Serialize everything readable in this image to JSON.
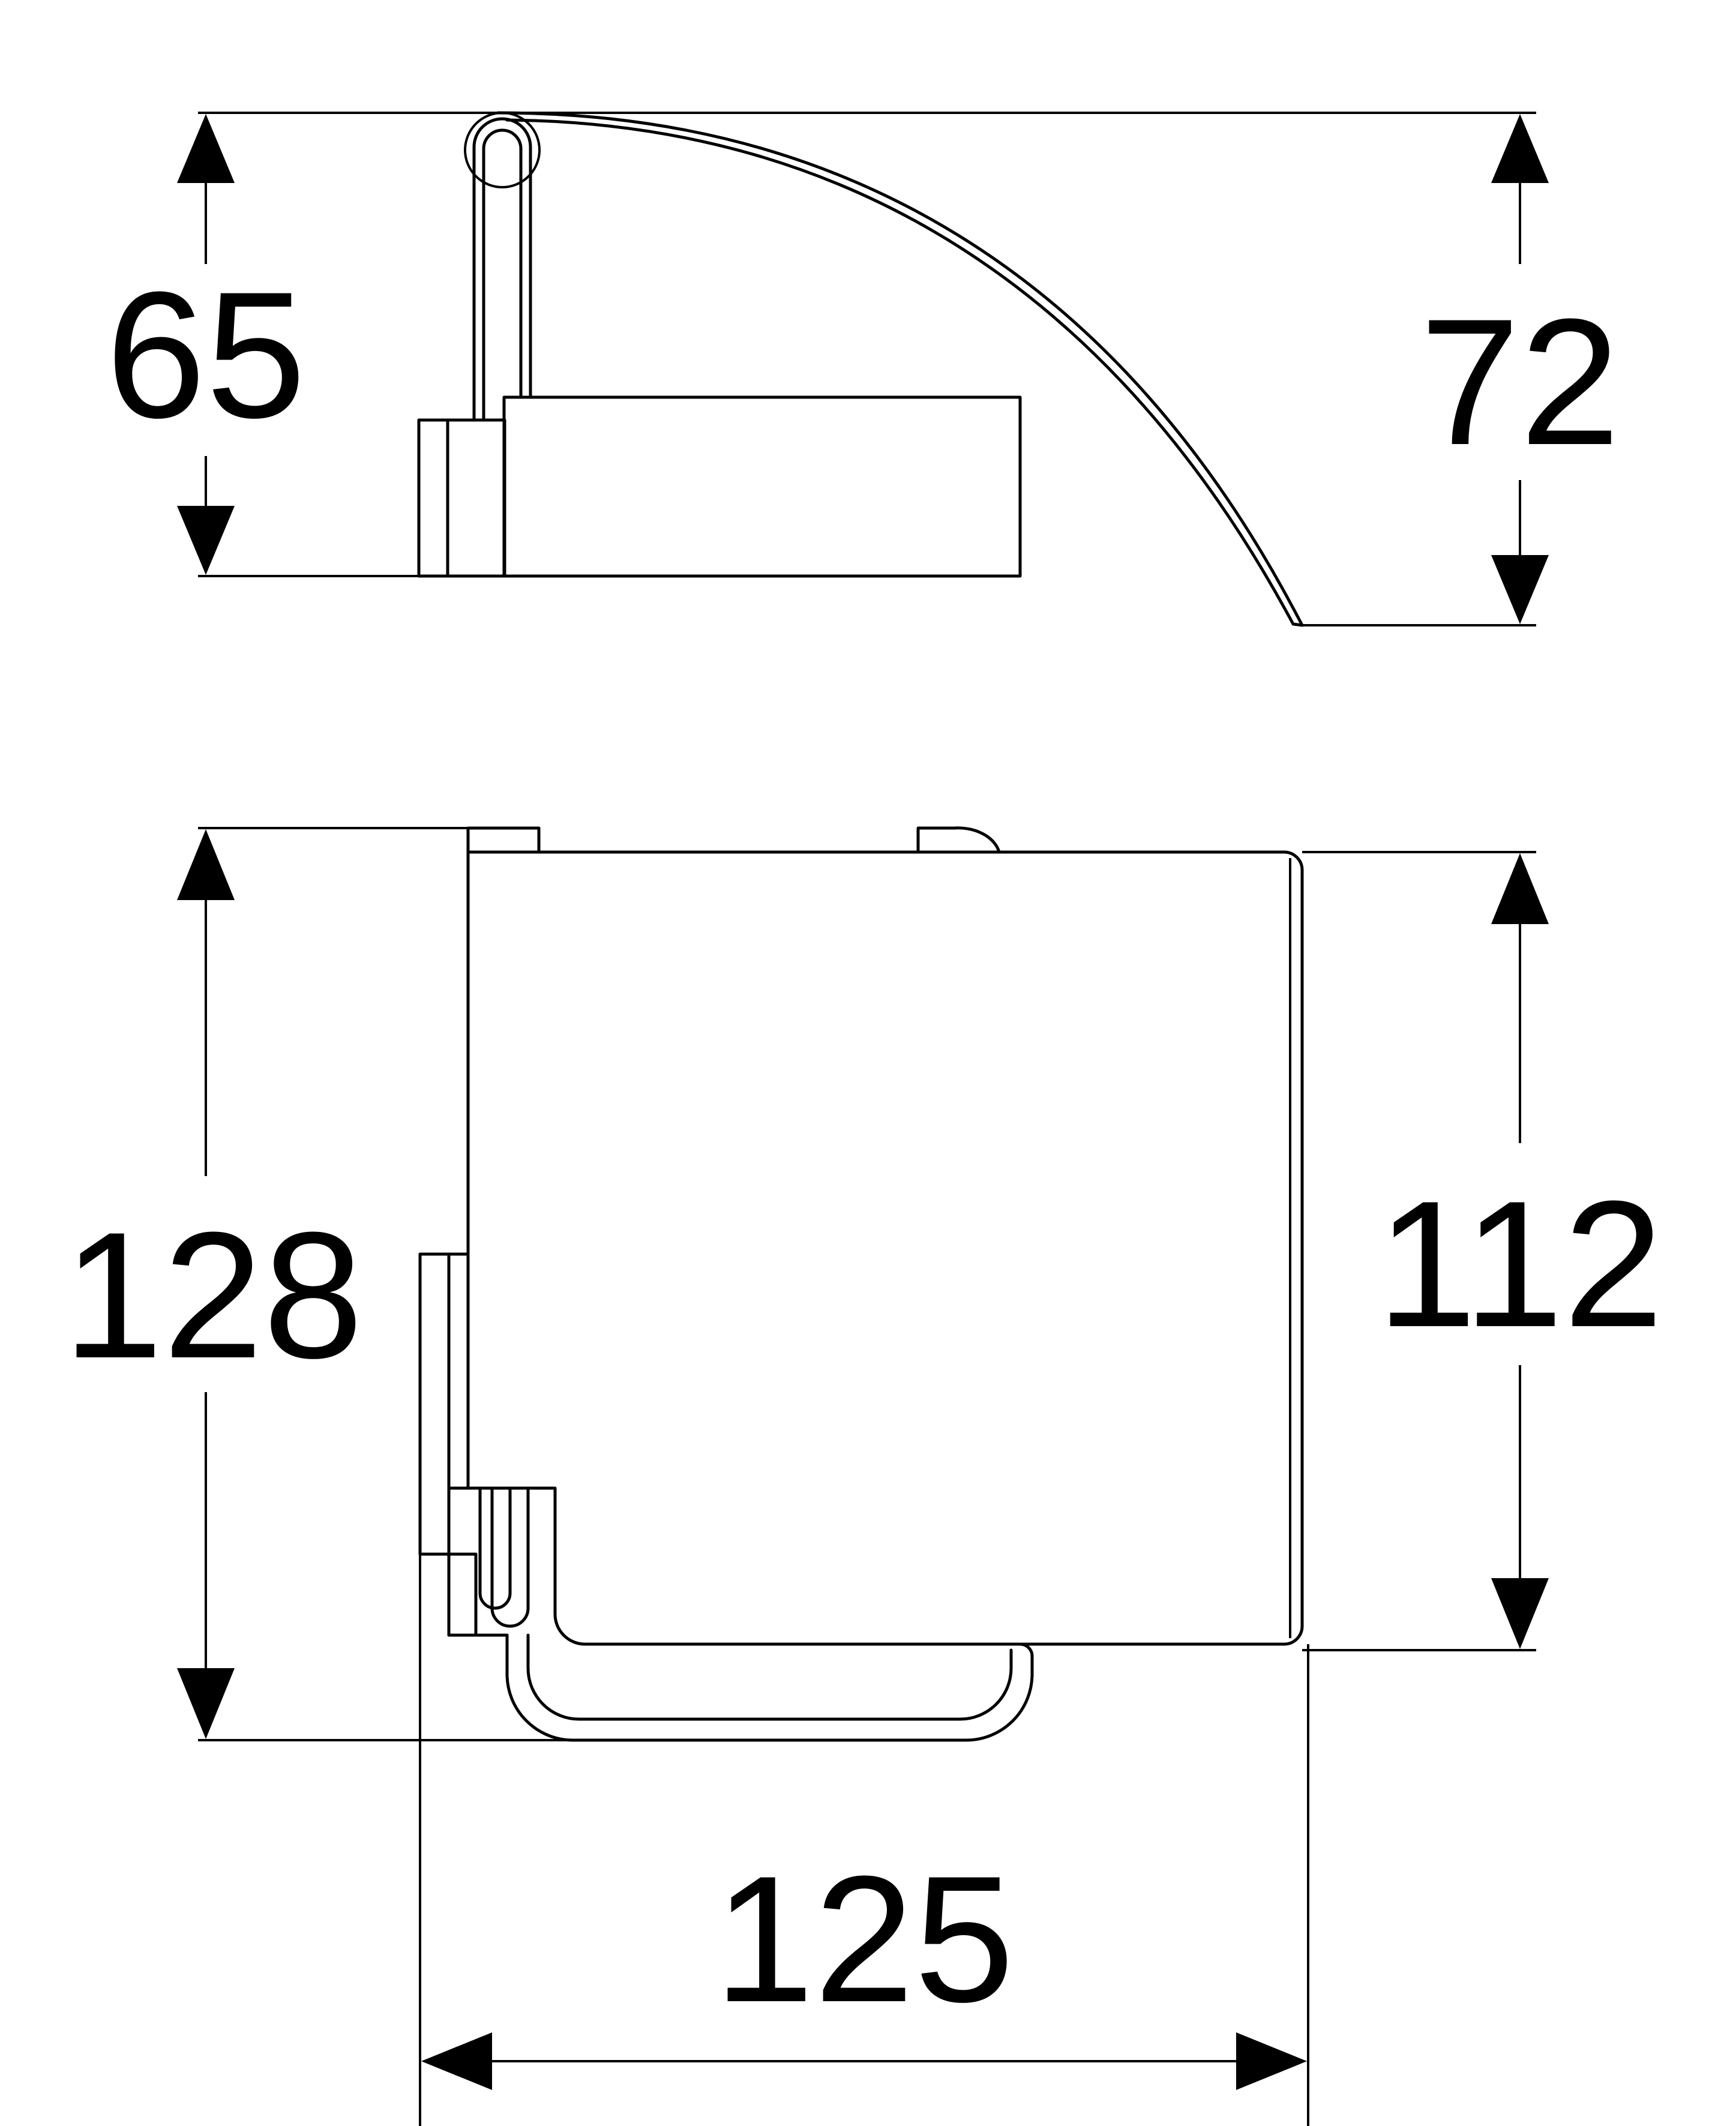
{
  "dimensions": {
    "side_view_height_left": "65",
    "side_view_height_right": "72",
    "front_view_height_left": "128",
    "front_view_height_right": "112",
    "front_view_width": "125"
  },
  "colors": {
    "line": "#000000",
    "background": "#ffffff"
  }
}
